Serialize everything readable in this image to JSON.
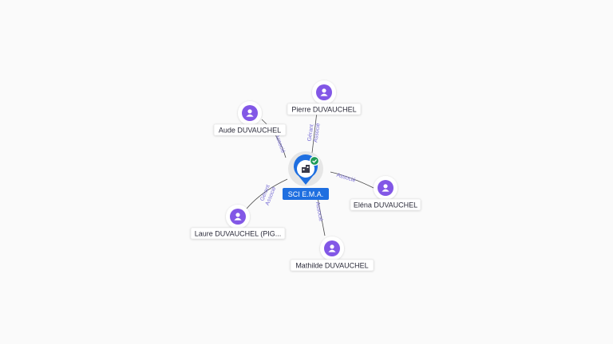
{
  "colors": {
    "person": "#8257e6",
    "company": "#1f6fe0",
    "edge_label": "#7a6fd6",
    "status_ok": "#1e9b57"
  },
  "company": {
    "label": "SCI E.M.A.",
    "icon": "building-icon",
    "status_icon": "check-icon"
  },
  "persons": [
    {
      "id": "pierre",
      "label": "Pierre DUVAUCHEL",
      "icon": "person-icon"
    },
    {
      "id": "aude",
      "label": "Aude DUVAUCHEL",
      "icon": "person-icon"
    },
    {
      "id": "elena",
      "label": "Eléna DUVAUCHEL",
      "icon": "person-icon"
    },
    {
      "id": "laure",
      "label": "Laure DUVAUCHEL (PIG...",
      "icon": "person-icon"
    },
    {
      "id": "mathilde",
      "label": "Mathilde DUVAUCHEL",
      "icon": "person-icon"
    }
  ],
  "edges": [
    {
      "person": "pierre",
      "labels": [
        "Gérant",
        "Associé"
      ]
    },
    {
      "person": "aude",
      "labels": [
        "Associé"
      ]
    },
    {
      "person": "elena",
      "labels": [
        "Associé"
      ]
    },
    {
      "person": "laure",
      "labels": [
        "Gérant",
        "Associé"
      ]
    },
    {
      "person": "mathilde",
      "labels": [
        "Associé"
      ]
    }
  ]
}
